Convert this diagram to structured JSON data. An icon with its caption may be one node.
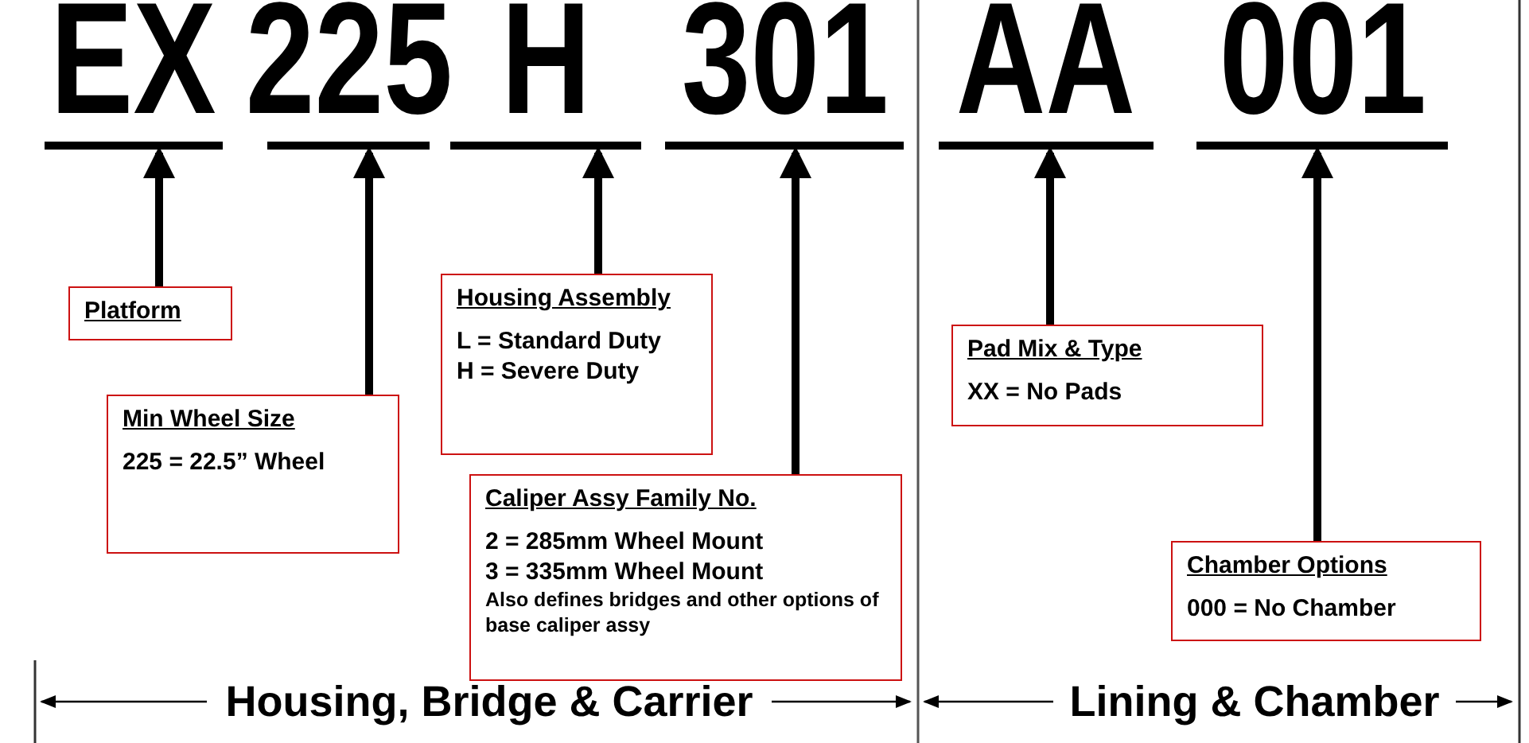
{
  "diagram": {
    "nodes": [
      {
        "text": [
          "EX"
        ]
      },
      {
        "text": [
          "225"
        ]
      },
      {
        "text": [
          "H"
        ]
      },
      {
        "text": [
          "301"
        ]
      },
      {
        "text": [
          "AA"
        ]
      },
      {
        "text": [
          "001"
        ]
      },
      {
        "text": [
          "Platform"
        ]
      },
      {
        "text": [
          "Min Wheel Size",
          "225 = 22.5” Wheel"
        ]
      },
      {
        "text": [
          "Housing Assembly",
          "L = Standard Duty",
          "H = Severe Duty"
        ]
      },
      {
        "text": [
          "Caliper Assy Family No.",
          "2 = 285mm Wheel Mount",
          "3 = 335mm Wheel Mount",
          "Also defines bridges and other options of base caliper assy"
        ]
      },
      {
        "text": [
          "Pad Mix & Type",
          "XX = No Pads"
        ]
      },
      {
        "text": [
          "Chamber Options",
          "000 = No Chamber"
        ]
      }
    ],
    "edges": [
      {
        "from": 6,
        "to": 0,
        "arrow": "to"
      },
      {
        "from": 7,
        "to": 1,
        "arrow": "to"
      },
      {
        "from": 8,
        "to": 2,
        "arrow": "to"
      },
      {
        "from": 9,
        "to": 3,
        "arrow": "to"
      },
      {
        "from": 10,
        "to": 4,
        "arrow": "to"
      },
      {
        "from": 11,
        "to": 5,
        "arrow": "to"
      }
    ],
    "labels": [
      "Housing, Bridge & Carrier",
      "Lining & Chamber"
    ]
  }
}
